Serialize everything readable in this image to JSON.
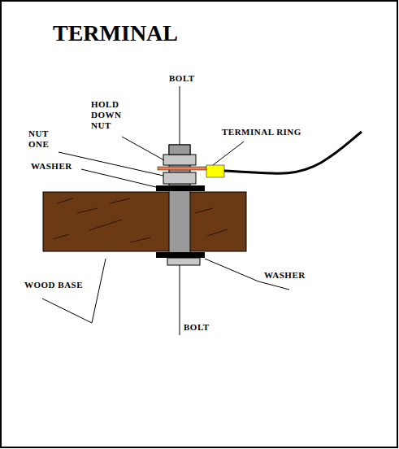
{
  "diagram": {
    "title": "TERMINAL",
    "labels": [
      "BOLT",
      "HOLD DOWN NUT",
      "TERMINAL RING",
      "NUT ONE",
      "WASHER",
      "WOOD BASE",
      "WASHER",
      "BOLT"
    ]
  }
}
